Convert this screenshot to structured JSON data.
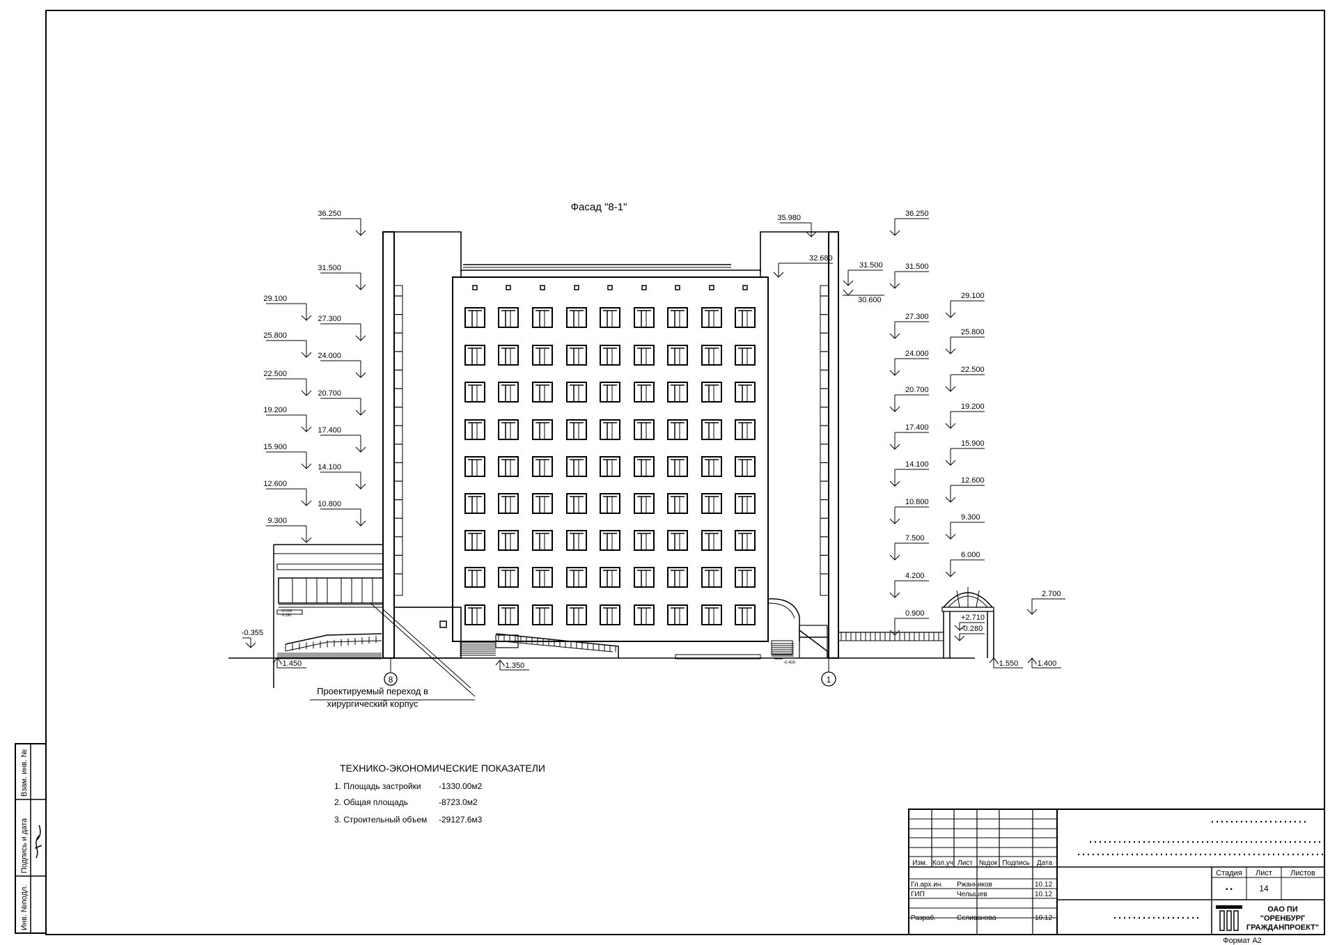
{
  "facade_title": "Фасад \"8-1\"",
  "left_levels": [
    {
      "label": "36.250",
      "col": "outer"
    },
    {
      "label": "31.500",
      "col": "outer"
    },
    {
      "label": "29.100",
      "col": "inner"
    },
    {
      "label": "27.300",
      "col": "outer"
    },
    {
      "label": "25.800",
      "col": "inner"
    },
    {
      "label": "24.000",
      "col": "outer"
    },
    {
      "label": "22.500",
      "col": "inner"
    },
    {
      "label": "20.700",
      "col": "outer"
    },
    {
      "label": "19.200",
      "col": "inner"
    },
    {
      "label": "17.400",
      "col": "outer"
    },
    {
      "label": "15.900",
      "col": "inner"
    },
    {
      "label": "14.100",
      "col": "outer"
    },
    {
      "label": "12.600",
      "col": "inner"
    },
    {
      "label": "10.800",
      "col": "outer"
    },
    {
      "label": "9.300",
      "col": "inner"
    }
  ],
  "right_levels": [
    {
      "label": "36.250",
      "col": "inner"
    },
    {
      "label": "31.500",
      "col": "inner"
    },
    {
      "label": "29.100",
      "col": "outer"
    },
    {
      "label": "27.300",
      "col": "inner"
    },
    {
      "label": "25.800",
      "col": "outer"
    },
    {
      "label": "24.000",
      "col": "inner"
    },
    {
      "label": "22.500",
      "col": "outer"
    },
    {
      "label": "20.700",
      "col": "inner"
    },
    {
      "label": "19.200",
      "col": "outer"
    },
    {
      "label": "17.400",
      "col": "inner"
    },
    {
      "label": "15.900",
      "col": "outer"
    },
    {
      "label": "14.100",
      "col": "inner"
    },
    {
      "label": "12.600",
      "col": "outer"
    },
    {
      "label": "10.800",
      "col": "inner"
    },
    {
      "label": "9.300",
      "col": "outer"
    },
    {
      "label": "7.500",
      "col": "inner"
    },
    {
      "label": "6.000",
      "col": "outer"
    },
    {
      "label": "4.200",
      "col": "inner"
    },
    {
      "label": "0.900",
      "col": "inner"
    }
  ],
  "other_marks": {
    "tower_left_top": "35.980",
    "roof": "32.680",
    "tower_right_mid": "31.500",
    "tower_right_low": "30.600",
    "left_ground": "-0.355",
    "left_bottom": "-1.450",
    "center_bottom": "-1.350",
    "canopy_top": "+2.710",
    "canopy_low": "-0.280",
    "right_a": "-1.550",
    "right_b": "-1.400",
    "far_right": "2.700",
    "small_left_a": "+0.000",
    "small_left_b": "-0.150",
    "small_right": "-0.400"
  },
  "axes": {
    "left": "8",
    "right": "1"
  },
  "annotation": {
    "line1": "Проектируемый переход в",
    "line2": "хирургический корпус"
  },
  "tep": {
    "title": "ТЕХНИКО-ЭКОНОМИЧЕСКИЕ ПОКАЗАТЕЛИ",
    "rows": [
      {
        "label": "1. Площадь застройки",
        "value": "-1330.00м2"
      },
      {
        "label": "2. Общая площадь",
        "value": "-8723.0м2"
      },
      {
        "label": "3. Строительный объем",
        "value": "-29127.6м3"
      }
    ]
  },
  "stamp_side": {
    "col1": "Инв. №подл.",
    "col2": "Подпись и дата",
    "col3": "Взам. инв. №"
  },
  "titleblock": {
    "headers": [
      "Изм.",
      "Кол.уч",
      "Лист",
      "№док",
      "Подпись",
      "Дата"
    ],
    "people": [
      {
        "role": "Гл.арх.ин.",
        "name": "Ржанников",
        "date": "10.12"
      },
      {
        "role": "ГИП",
        "name": "Челышев",
        "date": "10.12"
      },
      {
        "role": "Разраб.",
        "name": "Селиванова",
        "date": "10.12"
      }
    ],
    "stage_label": "Стадия",
    "sheet_label": "Лист",
    "sheets_label": "Листов",
    "stage_value": "• •",
    "sheet_value": "14",
    "org_line1": "ОАО ПИ",
    "org_line2": "\"ОРЕНБУРГ",
    "org_line3": "ГРАЖДАНПРОЕКТ\"",
    "format": "Формат А2"
  }
}
